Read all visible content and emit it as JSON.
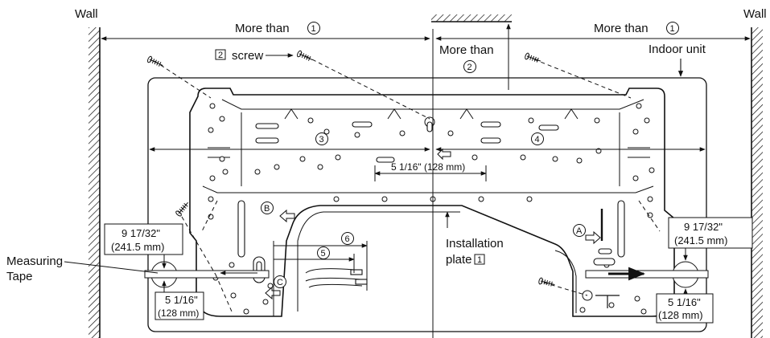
{
  "labels": {
    "wall_left": "Wall",
    "wall_right": "Wall",
    "more_than_1": "More than",
    "more_than_2": "More than",
    "screw": "screw",
    "indoor_unit": "Indoor unit",
    "installation": "Installation",
    "plate": "plate",
    "measuring": "Measuring",
    "tape": "Tape",
    "dim_center": "5 1/16\" (128 mm)",
    "dim_9_in": "9 17/32\"",
    "dim_9_mm": "(241.5 mm)",
    "dim_5_in": "5 1/16\"",
    "dim_5_mm": "(128 mm)"
  },
  "callouts": {
    "c1": "1",
    "c2": "2",
    "c3": "3",
    "c4": "4",
    "c5": "5",
    "c6": "6",
    "sq1": "1",
    "sq2": "2",
    "A": "A",
    "B": "B",
    "C": "C"
  },
  "icons": [
    "screw-icon",
    "arrow-icon",
    "hatched-wall-icon",
    "circled-number-icon"
  ]
}
